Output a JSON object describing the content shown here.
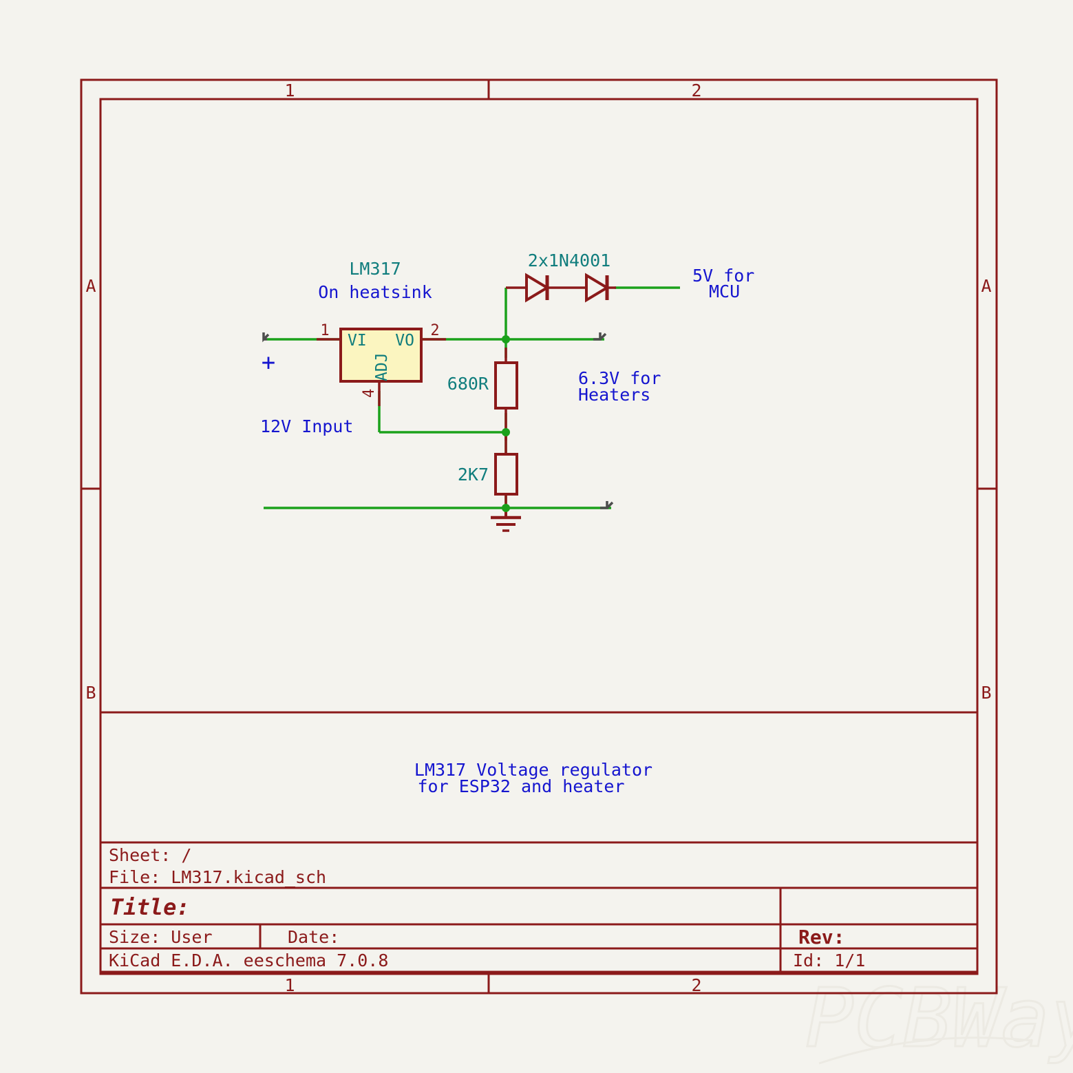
{
  "sheet": {
    "background_color": "#f4f3ee",
    "border_color": "#8b1a1a",
    "zone_cols_top": [
      "1",
      "2"
    ],
    "zone_cols_bottom": [
      "1",
      "2"
    ],
    "zone_rows_left": [
      "A",
      "B"
    ],
    "zone_rows_right": [
      "A",
      "B"
    ],
    "watermark": "PCBWay"
  },
  "colors": {
    "wire_green": "#1ba11b",
    "component_red": "#8b1a1a",
    "pin_name_teal": "#107d7d",
    "label_blue": "#1515cf",
    "value_teal": "#107d7d",
    "pin_number_red": "#8b1a1a",
    "body_fill": "#fbf5c0",
    "no_connect_gray": "#4d4d4d",
    "junction_green": "#1ba11b"
  },
  "schematic": {
    "title_note": {
      "line1": "LM317 Voltage regulator",
      "line2": "for ESP32 and heater"
    },
    "components": [
      {
        "id": "U1",
        "kind": "regulator",
        "value": "LM317",
        "note": "On heatsink",
        "pins": [
          {
            "number": "1",
            "name": "VI"
          },
          {
            "number": "2",
            "name": "VO"
          },
          {
            "number": "4",
            "name": "ADJ"
          }
        ]
      },
      {
        "id": "D1D2",
        "kind": "diode-pair",
        "value": "2x1N4001"
      },
      {
        "id": "R1",
        "kind": "resistor",
        "value": "680R"
      },
      {
        "id": "R2",
        "kind": "resistor",
        "value": "2K7"
      },
      {
        "id": "GND1",
        "kind": "ground"
      }
    ],
    "labels": [
      {
        "id": "input-plus",
        "text": "+"
      },
      {
        "id": "input-12v",
        "text": "12V Input"
      },
      {
        "id": "out-5v",
        "line1": "5V for",
        "line2": "MCU"
      },
      {
        "id": "out-63v",
        "line1": "6.3V for",
        "line2": "Heaters"
      }
    ]
  },
  "title_block": {
    "sheet_label": "Sheet: /",
    "file_label": "File: LM317.kicad_sch",
    "title_label": "Title:",
    "title_value": "",
    "size_label": "Size: User",
    "date_label": "Date:",
    "tool_label": "KiCad E.D.A.   eeschema 7.0.8",
    "rev_label": "Rev:",
    "rev_value": "",
    "id_label": "Id: 1/1"
  }
}
